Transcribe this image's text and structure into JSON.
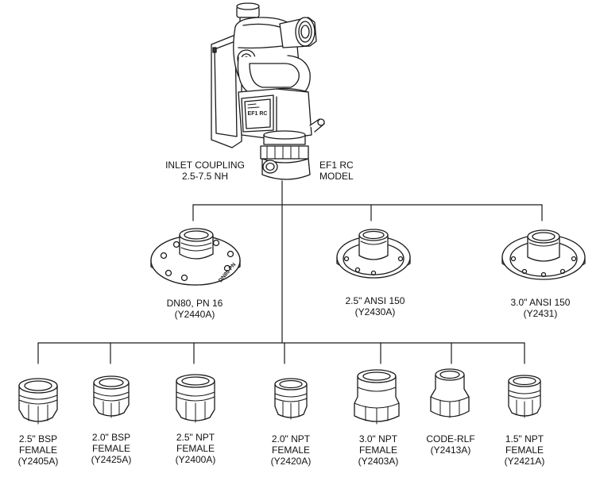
{
  "main_unit": {
    "coupling_label": [
      "INLET COUPLING",
      "2.5-7.5 NH"
    ],
    "model_label": [
      "EF1 RC",
      "MODEL"
    ],
    "plate_text": "EF1 RC"
  },
  "flanges": [
    {
      "id": "dn80",
      "lines": [
        "DN80, PN 16",
        "(Y2440A)"
      ],
      "imprint": "DN80 PN"
    },
    {
      "id": "ansi25",
      "lines": [
        "2.5\" ANSI 150",
        "(Y2430A)"
      ]
    },
    {
      "id": "ansi30",
      "lines": [
        "3.0\" ANSI 150",
        "(Y2431)"
      ]
    }
  ],
  "adapters": [
    {
      "id": "bsp25",
      "lines": [
        "2.5\" BSP",
        "FEMALE",
        "(Y2405A)"
      ]
    },
    {
      "id": "bsp20",
      "lines": [
        "2.0\" BSP",
        "FEMALE",
        "(Y2425A)"
      ]
    },
    {
      "id": "npt25",
      "lines": [
        "2.5\" NPT",
        "FEMALE",
        "(Y2400A)"
      ]
    },
    {
      "id": "npt20",
      "lines": [
        "2.0\" NPT",
        "FEMALE",
        "(Y2420A)"
      ]
    },
    {
      "id": "npt30",
      "lines": [
        "3.0\" NPT",
        "FEMALE",
        "(Y2403A)"
      ]
    },
    {
      "id": "coderlf",
      "lines": [
        "CODE-RLF",
        "(Y2413A)"
      ]
    },
    {
      "id": "npt15",
      "lines": [
        "1.5\" NPT",
        "FEMALE",
        "(Y2421A)"
      ]
    }
  ]
}
